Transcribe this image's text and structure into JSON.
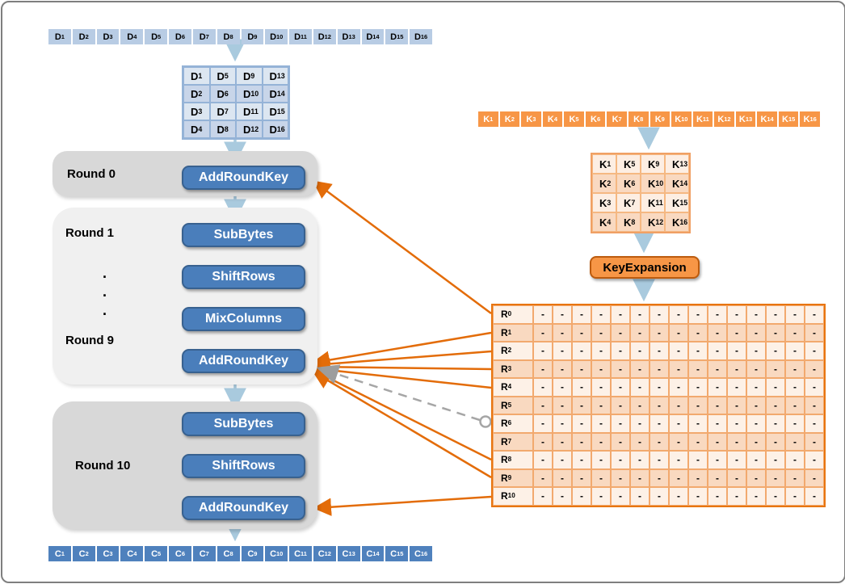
{
  "palette": {
    "plaintext_cell": "#b8cce4",
    "ciphertext_cell": "#4f81bd",
    "key_cell": "#f79646",
    "step_button": "#4a7ebb",
    "arrow_orange": "#e36c09",
    "arrow_blue": "#a9cade",
    "dashed_gray": "#a6a6a6"
  },
  "plaintext_row": {
    "prefix": "D",
    "indices": [
      1,
      2,
      3,
      4,
      5,
      6,
      7,
      8,
      9,
      10,
      11,
      12,
      13,
      14,
      15,
      16
    ]
  },
  "state_matrix": {
    "prefix": "D",
    "rows": [
      [
        1,
        5,
        9,
        13
      ],
      [
        2,
        6,
        10,
        14
      ],
      [
        3,
        7,
        11,
        15
      ],
      [
        4,
        8,
        12,
        16
      ]
    ]
  },
  "ciphertext_row": {
    "prefix": "C",
    "indices": [
      1,
      2,
      3,
      4,
      5,
      6,
      7,
      8,
      9,
      10,
      11,
      12,
      13,
      14,
      15,
      16
    ]
  },
  "key_row": {
    "prefix": "K",
    "indices": [
      1,
      2,
      3,
      4,
      5,
      6,
      7,
      8,
      9,
      10,
      11,
      12,
      13,
      14,
      15,
      16
    ]
  },
  "key_matrix": {
    "prefix": "K",
    "rows": [
      [
        1,
        5,
        9,
        13
      ],
      [
        2,
        6,
        10,
        14
      ],
      [
        3,
        7,
        11,
        15
      ],
      [
        4,
        8,
        12,
        16
      ]
    ]
  },
  "rounds": {
    "round0": {
      "label": "Round 0",
      "steps": [
        "AddRoundKey"
      ]
    },
    "rounds1to9": {
      "label_top": "Round 1",
      "label_bottom": "Round 9",
      "ellipsis": [
        ".",
        ".",
        "."
      ],
      "steps": [
        "SubBytes",
        "ShiftRows",
        "MixColumns",
        "AddRoundKey"
      ]
    },
    "round10": {
      "label": "Round 10",
      "steps": [
        "SubBytes",
        "ShiftRows",
        "AddRoundKey"
      ]
    }
  },
  "key_expansion": {
    "label": "KeyExpansion"
  },
  "round_key_table": {
    "prefix": "R",
    "row_indices": [
      0,
      1,
      2,
      3,
      4,
      5,
      6,
      7,
      8,
      9,
      10
    ],
    "dot_columns": 15,
    "dot": "-"
  }
}
